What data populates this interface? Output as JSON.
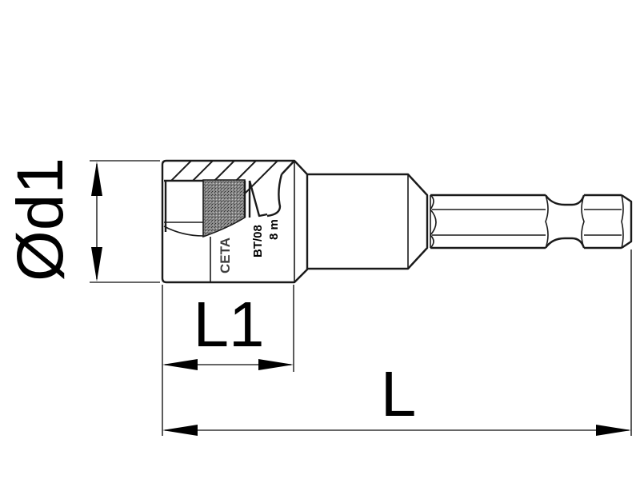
{
  "drawing": {
    "subject": "magnetic nut setter socket bit with hex shank",
    "colors": {
      "line": "#1a1a1a",
      "background": "#ffffff",
      "magnet_fill": "#7a7a7a"
    }
  },
  "dimensions": {
    "diameter_label": "Ød1",
    "socket_length_label": "L1",
    "total_length_label": "L"
  },
  "markings": {
    "brand": "CETA",
    "code": "BT/08",
    "size": "8 m"
  }
}
